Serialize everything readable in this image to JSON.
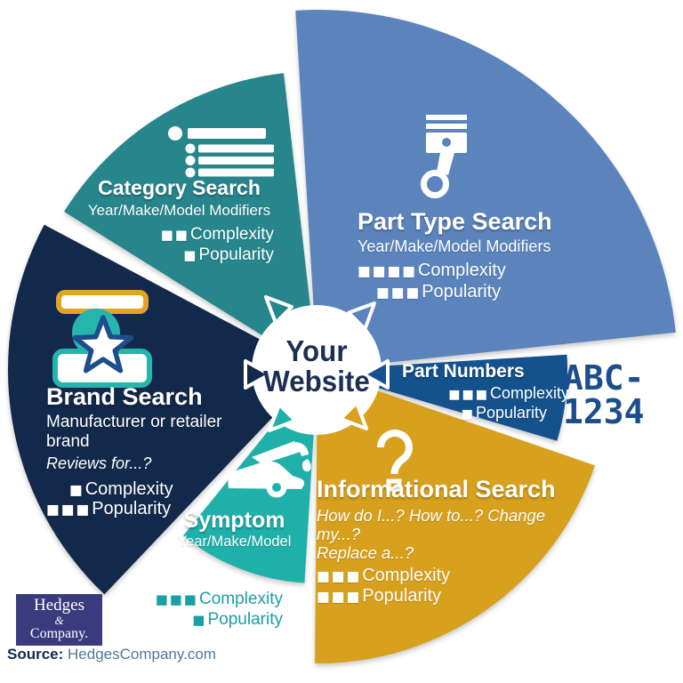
{
  "center": {
    "line1": "Your",
    "line2": "Website"
  },
  "segments": [
    {
      "id": "part-type",
      "icon": "piston-icon",
      "title": "Part Type Search",
      "subtitle": "Year/Make/Model Modifiers",
      "complexity_squares": "■■■■",
      "complexity_label": "Complexity",
      "popularity_squares": "■■■",
      "popularity_label": "Popularity"
    },
    {
      "id": "part-numbers",
      "icon": "none",
      "title": "Part Numbers",
      "complexity_squares": "■■■",
      "complexity_label": "Complexity",
      "popularity_squares": "■",
      "popularity_label": "Popularity"
    },
    {
      "id": "informational",
      "icon": "question-mark-icon",
      "title": "Informational Search",
      "question_line1": "How do I...? How to...? Change my...?",
      "question_line2": "Replace a...?",
      "complexity_squares": "■■■",
      "complexity_label": "Complexity",
      "popularity_squares": "■■■",
      "popularity_label": "Popularity"
    },
    {
      "id": "symptom",
      "icon": "car-open-hood-icon",
      "title": "Symptom",
      "subtitle": "Year/Make/Model",
      "complexity_squares": "■■■",
      "complexity_label": "Complexity",
      "popularity_squares": "■",
      "popularity_label": "Popularity"
    },
    {
      "id": "brand",
      "icon": "brand-badge-star-icon",
      "title": "Brand Search",
      "subtitle": "Manufacturer or retailer brand",
      "question_line1": "Reviews for...?",
      "complexity_squares": "■",
      "complexity_label": "Complexity",
      "popularity_squares": "■■■",
      "popularity_label": "Popularity"
    },
    {
      "id": "category",
      "icon": "list-icon",
      "title": "Category Search",
      "subtitle": "Year/Make/Model Modifiers",
      "complexity_squares": "■■",
      "complexity_label": "Complexity",
      "popularity_squares": "■",
      "popularity_label": "Popularity"
    }
  ],
  "part_number_example": {
    "line1": "ABC-",
    "line2": "1234"
  },
  "footer": {
    "logo_word1": "Hedges",
    "logo_amp": "&",
    "logo_word2": "Company.",
    "source_label": "Source:",
    "source_value": "HedgesCompany.com"
  },
  "colors": {
    "part_type": "#5b84bd",
    "part_numbers": "#15528d",
    "informational": "#d7a01d",
    "symptom": "#1fb0aa",
    "brand": "#13294b",
    "category": "#27858c",
    "gold_accent": "#e0a526",
    "star_outline": "#1b4e8b",
    "badge_teal": "#25b5ac",
    "center_text": "#1c3054",
    "abc_text": "#1b4e8b",
    "stats_teal": "#19a0a4",
    "logo_bg": "#3a3a7e",
    "source_text": "#51779e"
  }
}
